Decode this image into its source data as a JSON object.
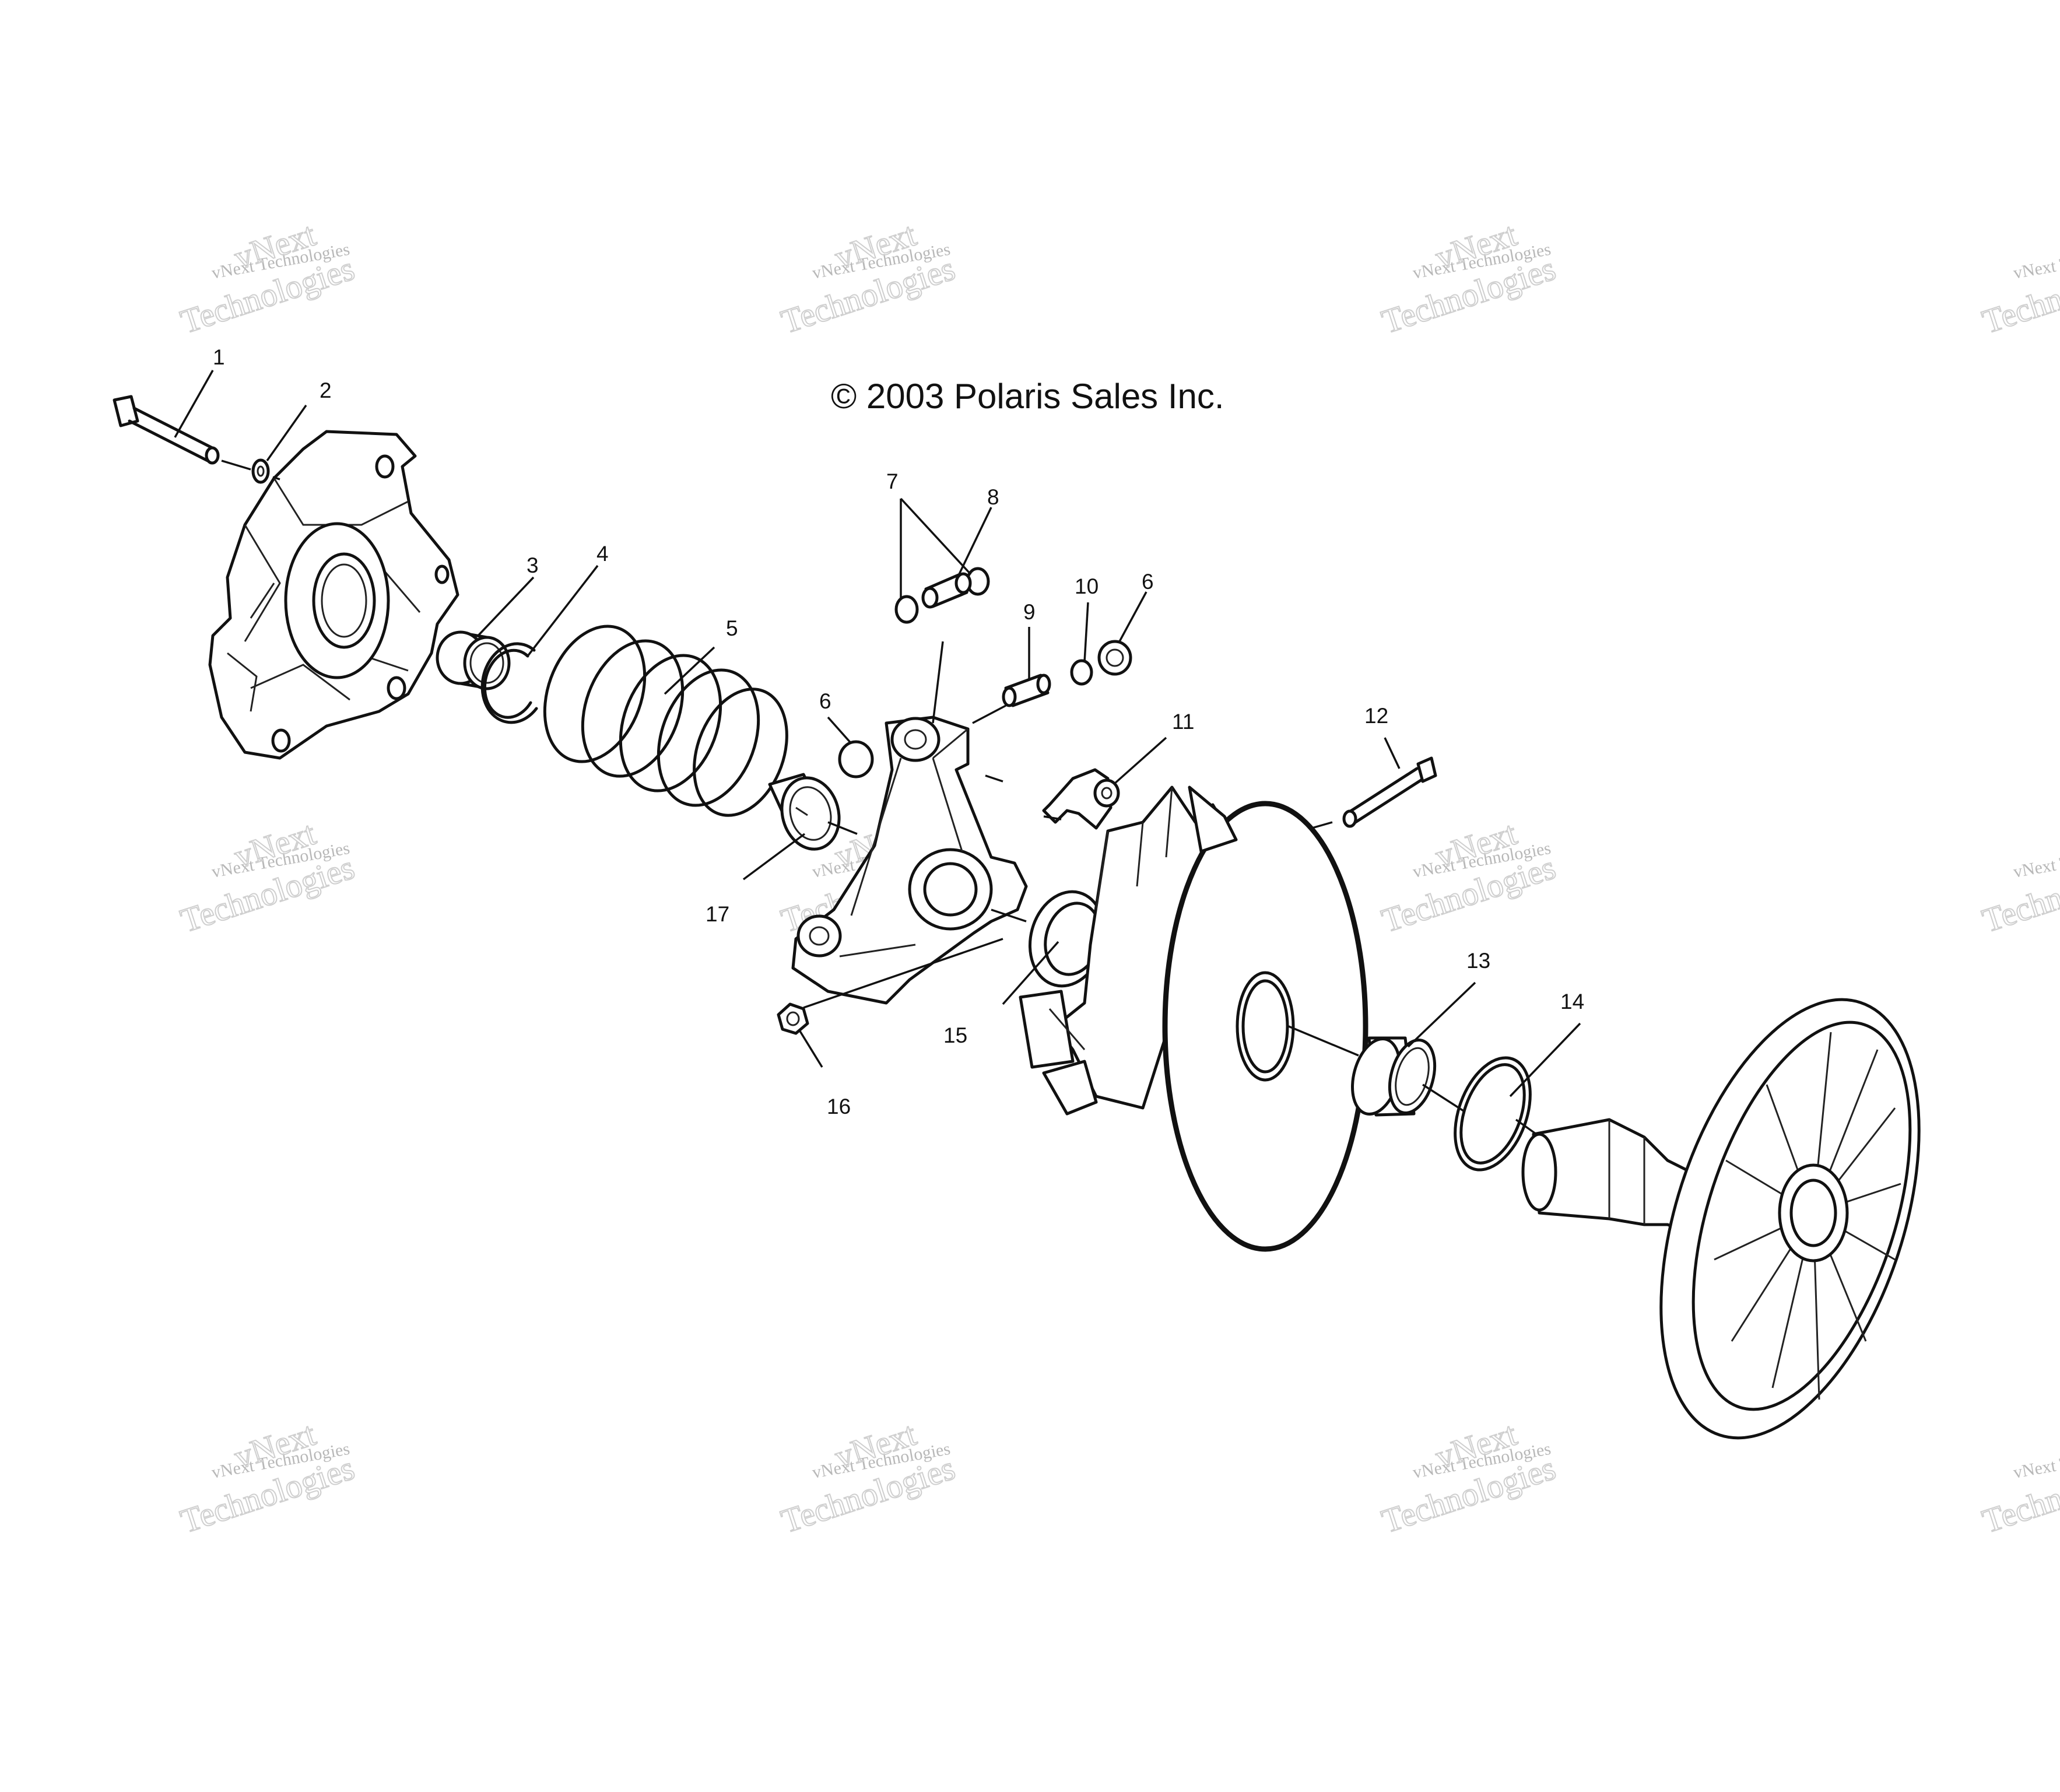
{
  "copyright": "© 2003 Polaris Sales Inc.",
  "watermark": {
    "line1": "vNext Technologies",
    "big_a": "vNext",
    "big_b": "Technologies",
    "color": "#bdbdbd"
  },
  "callouts": [
    "1",
    "2",
    "3",
    "4",
    "5",
    "6",
    "6",
    "7",
    "8",
    "9",
    "10",
    "11",
    "12",
    "13",
    "14",
    "15",
    "16",
    "17"
  ]
}
